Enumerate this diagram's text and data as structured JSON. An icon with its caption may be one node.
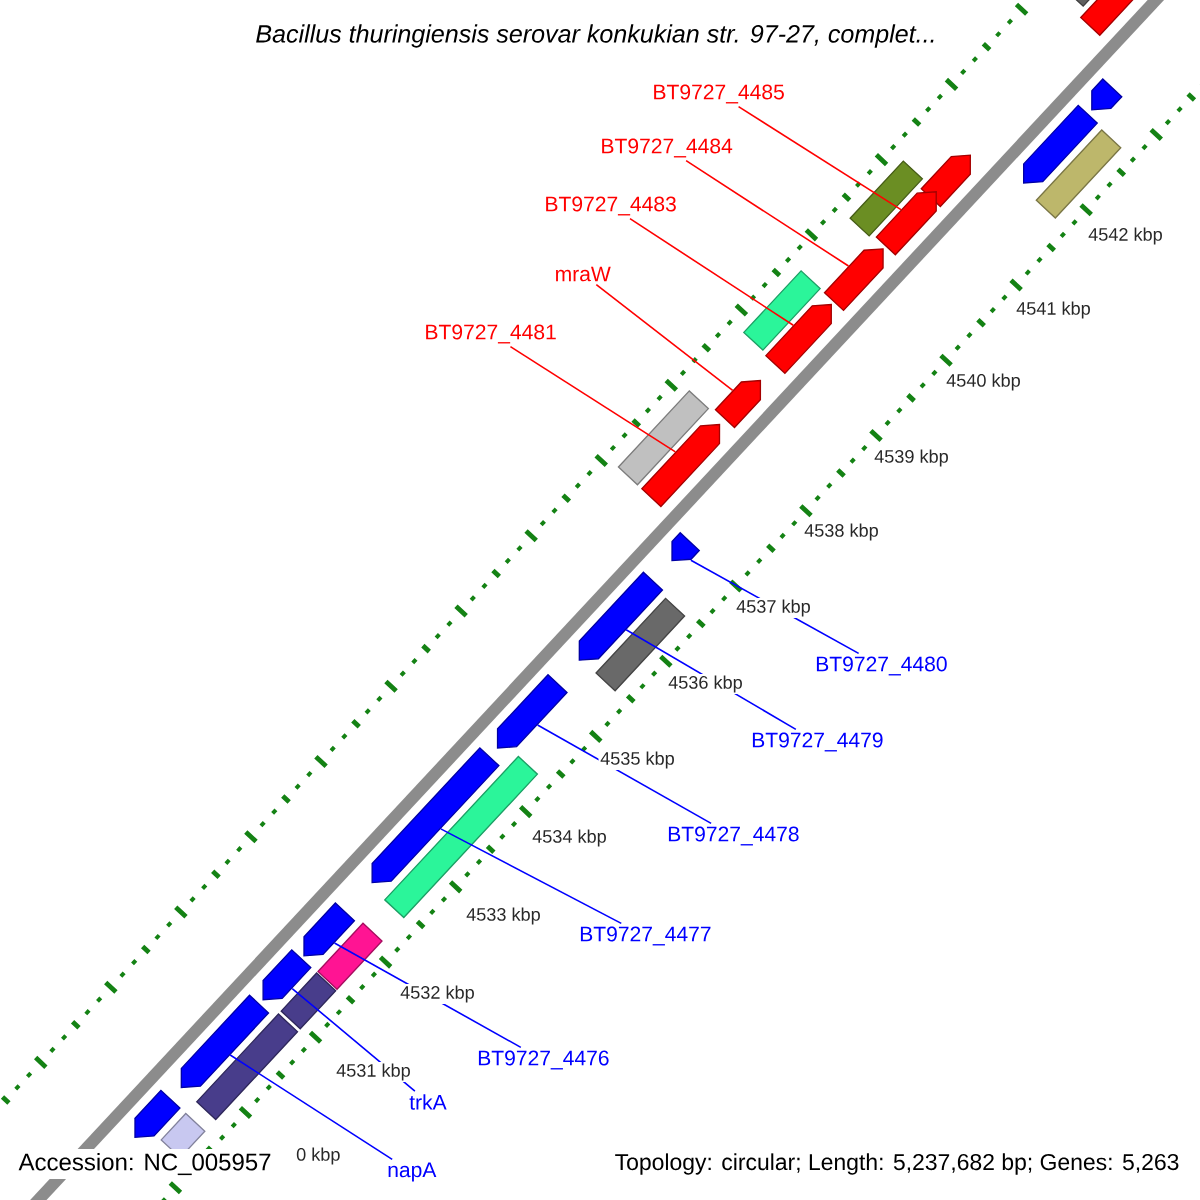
{
  "diagram": {
    "title": "Bacillus thuringiensis serovar konkukian str. 97-27, complet...",
    "nodes": [
      {
        "text": [
          "BT9727_4485"
        ]
      },
      {
        "text": [
          "BT9727_4484"
        ]
      },
      {
        "text": [
          "BT9727_4483"
        ]
      },
      {
        "text": [
          "mraW"
        ]
      },
      {
        "text": [
          "BT9727_4481"
        ]
      },
      {
        "text": [
          "BT9727_4480"
        ]
      },
      {
        "text": [
          "BT9727_4479"
        ]
      },
      {
        "text": [
          "BT9727_4478"
        ]
      },
      {
        "text": [
          "BT9727_4477"
        ]
      },
      {
        "text": [
          "BT9727_4476"
        ]
      },
      {
        "text": [
          "trkA"
        ]
      },
      {
        "text": [
          "napA"
        ]
      },
      {
        "text": [],
        "shape": "bar"
      },
      {
        "text": [],
        "shape": "bar"
      },
      {
        "text": [],
        "shape": "bar"
      },
      {
        "text": [],
        "shape": "bar"
      },
      {
        "text": [],
        "shape": "bar"
      },
      {
        "text": [],
        "shape": "bar"
      },
      {
        "text": [],
        "shape": "bar"
      },
      {
        "text": [],
        "shape": "bar"
      },
      {
        "text": [],
        "shape": "bar"
      },
      {
        "text": [],
        "shape": "bar"
      },
      {
        "text": [],
        "shape": "bar"
      },
      {
        "text": [],
        "shape": "bar"
      },
      {
        "text": [],
        "shape": "bar"
      },
      {
        "text": [],
        "shape": "bar"
      },
      {
        "text": [],
        "shape": "bar"
      },
      {
        "text": [],
        "shape": "bar"
      },
      {
        "text": [],
        "shape": "bar"
      }
    ],
    "edges": [
      {
        "from": 0,
        "to": 16,
        "arrow": "none",
        "color": "#ff0000"
      },
      {
        "from": 1,
        "to": 17,
        "arrow": "none",
        "color": "#ff0000"
      },
      {
        "from": 2,
        "to": 18,
        "arrow": "none",
        "color": "#ff0000"
      },
      {
        "from": 3,
        "to": 19,
        "arrow": "none",
        "color": "#ff0000"
      },
      {
        "from": 4,
        "to": 20,
        "arrow": "none",
        "color": "#ff0000"
      },
      {
        "from": 5,
        "to": 21,
        "arrow": "none"
      },
      {
        "from": 6,
        "to": 22,
        "arrow": "none"
      },
      {
        "from": 7,
        "to": 23,
        "arrow": "none"
      },
      {
        "from": 8,
        "to": 24,
        "arrow": "none"
      },
      {
        "from": 9,
        "to": 25,
        "arrow": "none"
      },
      {
        "from": 10,
        "to": 26,
        "arrow": "none"
      },
      {
        "from": 11,
        "to": 27,
        "arrow": "none"
      }
    ],
    "labels": [
      "4542 kbp",
      "4541 kbp",
      "4540 kbp",
      "4539 kbp",
      "4538 kbp",
      "4537 kbp",
      "4536 kbp",
      "4535 kbp",
      "4534 kbp",
      "4533 kbp",
      "4532 kbp",
      "4531 kbp",
      "0 kbp",
      "Accession: NC_005957",
      "Topology: circular; Length: 5,237,682 bp; Genes: 5,263"
    ]
  }
}
